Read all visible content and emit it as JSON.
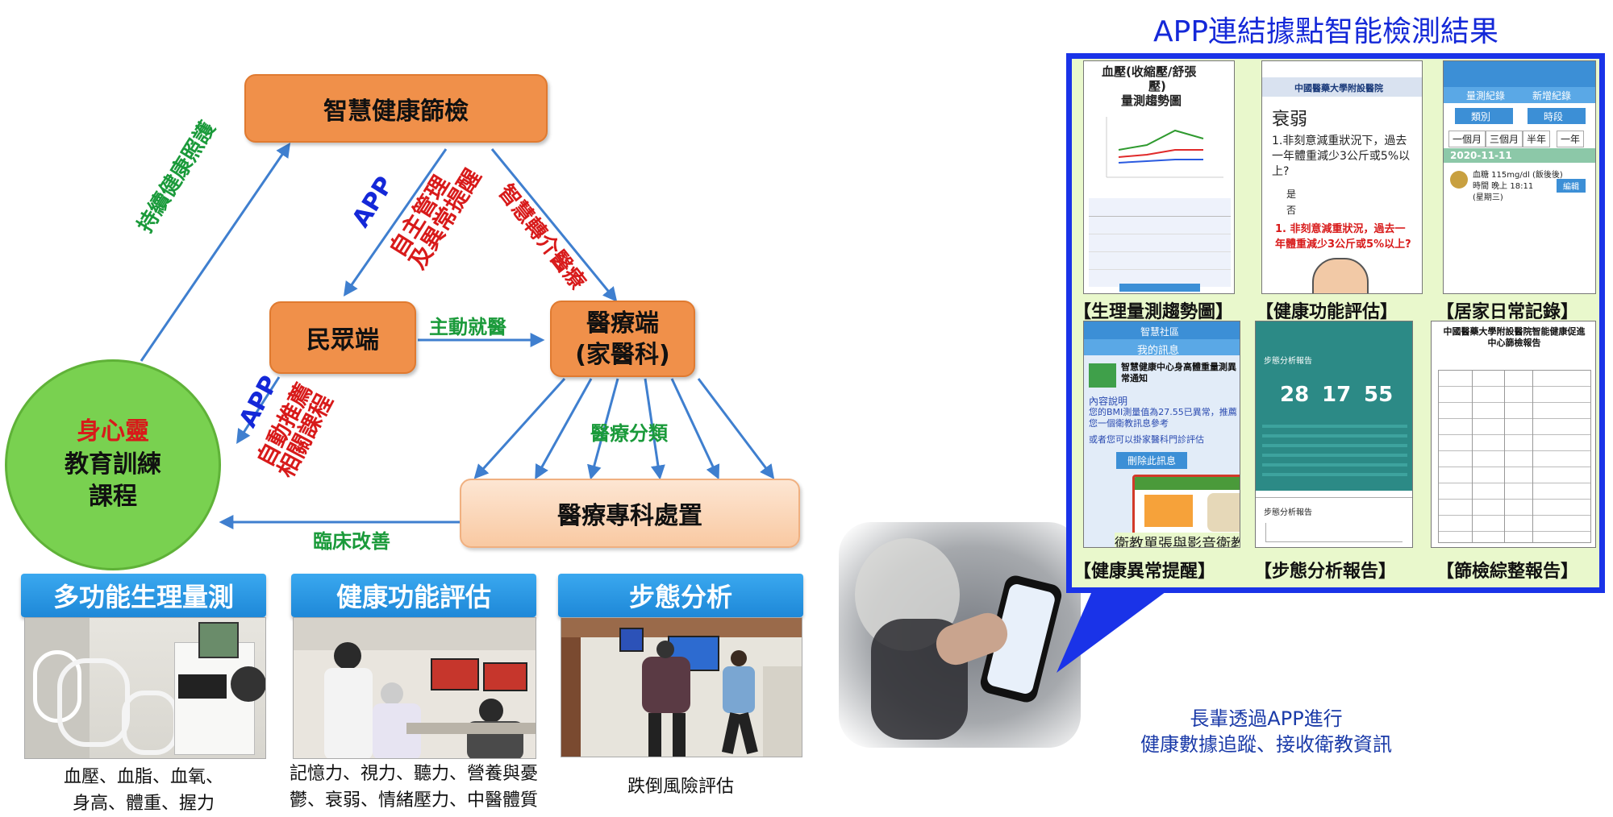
{
  "diagram": {
    "top_box": "智慧健康篩檢",
    "public_box": "民眾端",
    "medical_box_line1": "醫療端",
    "medical_box_line2": "(家醫科)",
    "specialist_box": "醫療專科處置",
    "circle_line1": "身心靈",
    "circle_line2": "教育訓練",
    "circle_line3": "課程",
    "left_arrow_label": "持續健康照護",
    "app_label_top": "APP",
    "app_top_text": "自主管理\n及異常提醒",
    "right_arrow_label": "智慧轉介醫療",
    "mid_arrow_label": "主動就醫",
    "app_label_bottom": "APP",
    "app_bottom_text": "自動推薦\n相關課程",
    "classify_label": "醫療分類",
    "bottom_arrow_label": "臨床改善",
    "colors": {
      "orange": "#f0904a",
      "green": "#79d150",
      "green_text": "#1a9a3a",
      "red_text": "#d81a1a",
      "blue_text": "#1428d8",
      "arrow": "#3f7fcf"
    }
  },
  "sections": [
    {
      "caption": "多功能生理量測",
      "desc_line1": "血壓、血脂、血氧、",
      "desc_line2": "身高、體重、握力"
    },
    {
      "caption": "健康功能評估",
      "desc_line1": "記憶力、視力、聽力、營養與憂",
      "desc_line2": "鬱、衰弱、情緒壓力、中醫體質"
    },
    {
      "caption": "步態分析",
      "desc_line1": "跌倒風險評估",
      "desc_line2": ""
    }
  ],
  "app_panel": {
    "title": "APP連結據點智能檢測結果",
    "screens": [
      {
        "label": "【生理量測趨勢圖】",
        "heading_line1": "血壓(收縮壓/舒張",
        "heading_line2": "壓)",
        "heading_line3": "量測趨勢圖"
      },
      {
        "label": "【健康功能評估】",
        "hospital": "中國醫藥大學附設醫院",
        "topic": "衰弱",
        "question": "1.非刻意減重狀況下，過去一年體重減少3公斤或5%以上?",
        "opt_yes": "是",
        "opt_no": "否",
        "answer": "1. 非刻意減重狀況，過去一年體重減少3公斤或5%以上?"
      },
      {
        "label": "【居家日常記錄】",
        "tab1": "量測紀錄",
        "tab2": "新增紀錄",
        "filter1": "類別",
        "filter2": "時段",
        "period1": "一個月",
        "period2": "三個月",
        "period3": "半年",
        "period4": "一年",
        "date": "2020-11-11",
        "record_line1": "血糖 115mg/dl (飯後後)",
        "record_line2": "時間 晚上 18:11",
        "record_line3": "(星期三)",
        "edit": "編輯"
      },
      {
        "label": "【健康異常提醒】",
        "header": "智慧社區",
        "section": "我的訊息",
        "msg_title": "智慧健康中心身高體重量測異常通知",
        "content_label": "內容說明",
        "body": "您的BMI測量值為27.55已異常，推薦您一個衛教訊息參考",
        "body2": "或者您可以掛家醫科門診評估",
        "button": "刪除此訊息",
        "edu_caption": "衛教單張與影音衛教"
      },
      {
        "label": "【步態分析報告】",
        "report_title": "步態分析報告",
        "num1": "28",
        "num2": "17",
        "num3": "55"
      },
      {
        "label": "【篩檢綜整報告】",
        "report_title": "中國醫藥大學附設醫院智能健康促進中心篩檢報告"
      }
    ]
  },
  "elder_caption_line1": "長輩透過APP進行",
  "elder_caption_line2": "健康數據追蹤、接收衛教資訊"
}
